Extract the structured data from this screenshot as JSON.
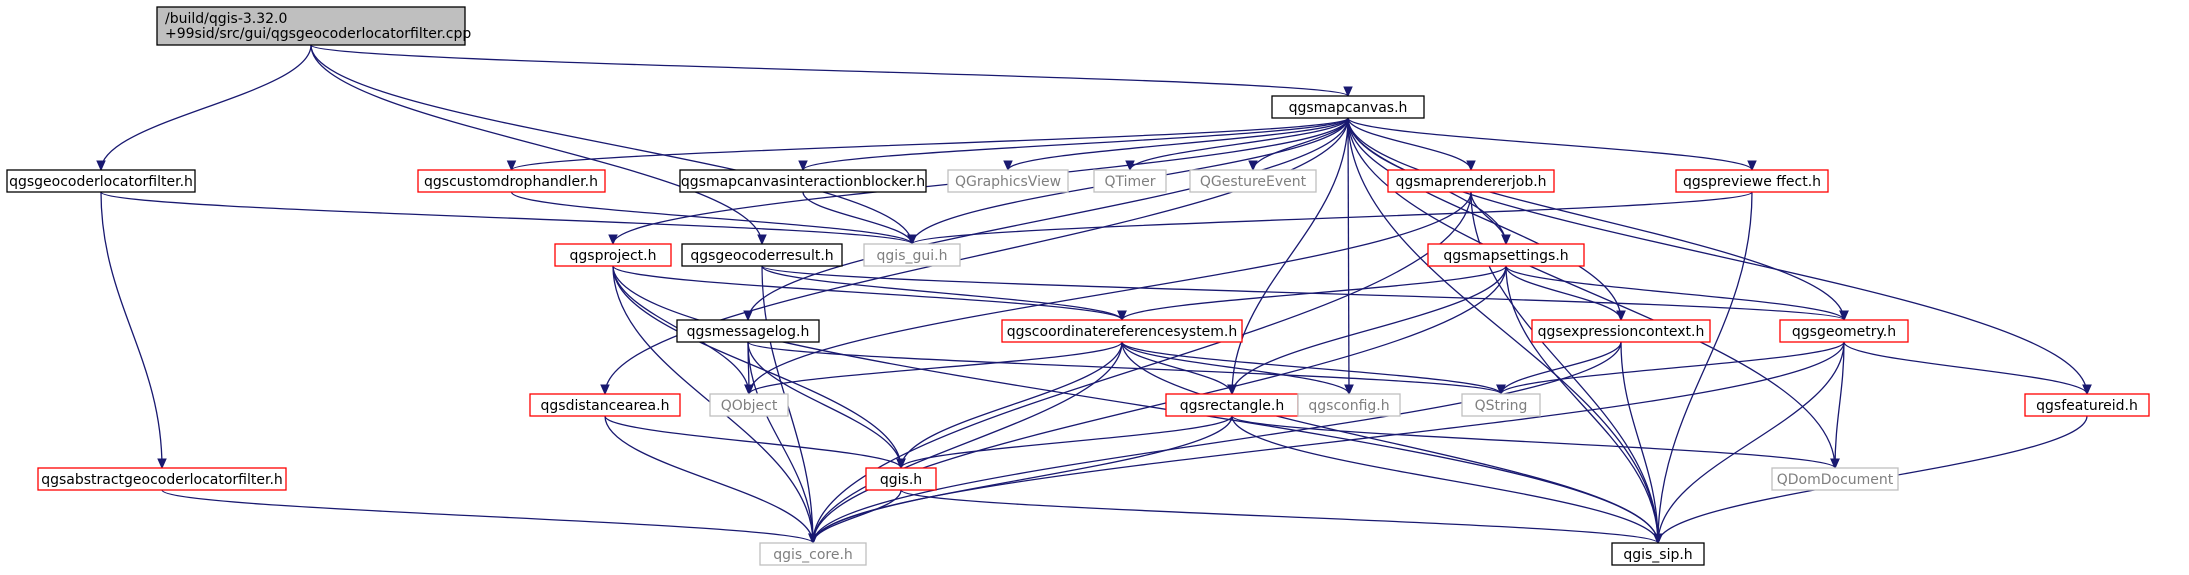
{
  "colors": {
    "edge": "#191970",
    "border_black": "#000000",
    "border_red": "#ff0000",
    "border_gray": "#bfbfbf",
    "root_fill": "#bfbfbf",
    "text": "#000000",
    "text_muted": "#7f7f7f"
  },
  "nodes": [
    {
      "id": "root",
      "lines": [
        "/build/qgis-3.32.0",
        "+99sid/src/gui/qgsgeocoderlocatorfilter.cpp"
      ],
      "style": "root"
    },
    {
      "id": "mapcanvas",
      "lines": [
        "qgsmapcanvas.h"
      ],
      "style": "black"
    },
    {
      "id": "geofilter_h",
      "lines": [
        "qgsgeocoderlocatorfilter.h"
      ],
      "style": "black"
    },
    {
      "id": "customdrop",
      "lines": [
        "qgscustomdrophandler.h"
      ],
      "style": "red"
    },
    {
      "id": "interactionblocker",
      "lines": [
        "qgsmapcanvasinteractionblocker.h"
      ],
      "style": "black"
    },
    {
      "id": "qgraphicsview",
      "lines": [
        "QGraphicsView"
      ],
      "style": "gray"
    },
    {
      "id": "qtimer",
      "lines": [
        "QTimer"
      ],
      "style": "gray"
    },
    {
      "id": "qgestureevent",
      "lines": [
        "QGestureEvent"
      ],
      "style": "gray"
    },
    {
      "id": "maprendererjob",
      "lines": [
        "qgsmaprendererjob.h"
      ],
      "style": "red"
    },
    {
      "id": "previeweffect",
      "lines": [
        "qgspreviewe ffect.h"
      ],
      "style": "red"
    },
    {
      "id": "qgis_gui",
      "lines": [
        "qgis_gui.h"
      ],
      "style": "gray"
    },
    {
      "id": "project",
      "lines": [
        "qgsproject.h"
      ],
      "style": "red"
    },
    {
      "id": "geocoderresult",
      "lines": [
        "qgsgeocoderresult.h"
      ],
      "style": "black"
    },
    {
      "id": "mapsettings",
      "lines": [
        "qgsmapsettings.h"
      ],
      "style": "red"
    },
    {
      "id": "messagelog",
      "lines": [
        "qgsmessagelog.h"
      ],
      "style": "black"
    },
    {
      "id": "crs",
      "lines": [
        "qgscoordinatereferencesystem.h"
      ],
      "style": "red"
    },
    {
      "id": "expressioncontext",
      "lines": [
        "qgsexpressioncontext.h"
      ],
      "style": "red"
    },
    {
      "id": "geometry",
      "lines": [
        "qgsgeometry.h"
      ],
      "style": "red"
    },
    {
      "id": "distancearea",
      "lines": [
        "qgsdistancearea.h"
      ],
      "style": "red"
    },
    {
      "id": "qobject",
      "lines": [
        "QObject"
      ],
      "style": "gray"
    },
    {
      "id": "rectangle",
      "lines": [
        "qgsrectangle.h"
      ],
      "style": "red"
    },
    {
      "id": "qgsconfig",
      "lines": [
        "qgsconfig.h"
      ],
      "style": "gray"
    },
    {
      "id": "qstring",
      "lines": [
        "QString"
      ],
      "style": "gray"
    },
    {
      "id": "featureid",
      "lines": [
        "qgsfeatureid.h"
      ],
      "style": "red"
    },
    {
      "id": "abstractgeo",
      "lines": [
        "qgsabstractgeocoderlocatorfilter.h"
      ],
      "style": "red"
    },
    {
      "id": "qgis_h",
      "lines": [
        "qgis.h"
      ],
      "style": "red"
    },
    {
      "id": "qdomdocument",
      "lines": [
        "QDomDocument"
      ],
      "style": "gray"
    },
    {
      "id": "qgis_core",
      "lines": [
        "qgis_core.h"
      ],
      "style": "gray"
    },
    {
      "id": "qgis_sip",
      "lines": [
        "qgis_sip.h"
      ],
      "style": "black"
    }
  ],
  "edges": [
    [
      "root",
      "mapcanvas"
    ],
    [
      "root",
      "geofilter_h"
    ],
    [
      "root",
      "geocoderresult"
    ],
    [
      "root",
      "qgis_gui"
    ],
    [
      "mapcanvas",
      "customdrop"
    ],
    [
      "mapcanvas",
      "interactionblocker"
    ],
    [
      "mapcanvas",
      "qgraphicsview"
    ],
    [
      "mapcanvas",
      "qtimer"
    ],
    [
      "mapcanvas",
      "qgestureevent"
    ],
    [
      "mapcanvas",
      "maprendererjob"
    ],
    [
      "mapcanvas",
      "previeweffect"
    ],
    [
      "mapcanvas",
      "qgis_gui"
    ],
    [
      "mapcanvas",
      "project"
    ],
    [
      "mapcanvas",
      "mapsettings"
    ],
    [
      "mapcanvas",
      "messagelog"
    ],
    [
      "mapcanvas",
      "expressioncontext"
    ],
    [
      "mapcanvas",
      "geometry"
    ],
    [
      "mapcanvas",
      "distancearea"
    ],
    [
      "mapcanvas",
      "rectangle"
    ],
    [
      "mapcanvas",
      "qgsconfig"
    ],
    [
      "mapcanvas",
      "featureid"
    ],
    [
      "mapcanvas",
      "qdomdocument"
    ],
    [
      "mapcanvas",
      "qgis_sip"
    ],
    [
      "geofilter_h",
      "qgis_gui"
    ],
    [
      "geofilter_h",
      "abstractgeo"
    ],
    [
      "customdrop",
      "qgis_gui"
    ],
    [
      "interactionblocker",
      "qgis_gui"
    ],
    [
      "maprendererjob",
      "mapsettings"
    ],
    [
      "maprendererjob",
      "qobject"
    ],
    [
      "maprendererjob",
      "qgis_sip"
    ],
    [
      "maprendererjob",
      "qgis_core"
    ],
    [
      "previeweffect",
      "qgis_gui"
    ],
    [
      "previeweffect",
      "qgis_sip"
    ],
    [
      "project",
      "crs"
    ],
    [
      "project",
      "qobject"
    ],
    [
      "project",
      "qgis_h"
    ],
    [
      "project",
      "qgis_core"
    ],
    [
      "project",
      "qgis_sip"
    ],
    [
      "geocoderresult",
      "crs"
    ],
    [
      "geocoderresult",
      "qgis_core"
    ],
    [
      "geocoderresult",
      "geometry"
    ],
    [
      "mapsettings",
      "crs"
    ],
    [
      "mapsettings",
      "expressioncontext"
    ],
    [
      "mapsettings",
      "geometry"
    ],
    [
      "mapsettings",
      "rectangle"
    ],
    [
      "mapsettings",
      "qgis_core"
    ],
    [
      "mapsettings",
      "qgis_sip"
    ],
    [
      "messagelog",
      "qobject"
    ],
    [
      "messagelog",
      "qgis_h"
    ],
    [
      "messagelog",
      "qgis_core"
    ],
    [
      "messagelog",
      "qstring"
    ],
    [
      "crs",
      "qobject"
    ],
    [
      "crs",
      "rectangle"
    ],
    [
      "crs",
      "qgsconfig"
    ],
    [
      "crs",
      "qstring"
    ],
    [
      "crs",
      "qgis_h"
    ],
    [
      "crs",
      "qgis_core"
    ],
    [
      "crs",
      "qgis_sip"
    ],
    [
      "expressioncontext",
      "qstring"
    ],
    [
      "expressioncontext",
      "qgis_core"
    ],
    [
      "expressioncontext",
      "qgis_sip"
    ],
    [
      "geometry",
      "qstring"
    ],
    [
      "geometry",
      "featureid"
    ],
    [
      "geometry",
      "qdomdocument"
    ],
    [
      "geometry",
      "qgis_core"
    ],
    [
      "geometry",
      "qgis_sip"
    ],
    [
      "distancearea",
      "qgis_h"
    ],
    [
      "distancearea",
      "qgis_core"
    ],
    [
      "rectangle",
      "qgis_h"
    ],
    [
      "rectangle",
      "qdomdocument"
    ],
    [
      "rectangle",
      "qgis_core"
    ],
    [
      "rectangle",
      "qgis_sip"
    ],
    [
      "featureid",
      "qgis_sip"
    ],
    [
      "abstractgeo",
      "qgis_core"
    ],
    [
      "qgis_h",
      "qgis_core"
    ],
    [
      "qgis_h",
      "qgis_sip"
    ]
  ]
}
